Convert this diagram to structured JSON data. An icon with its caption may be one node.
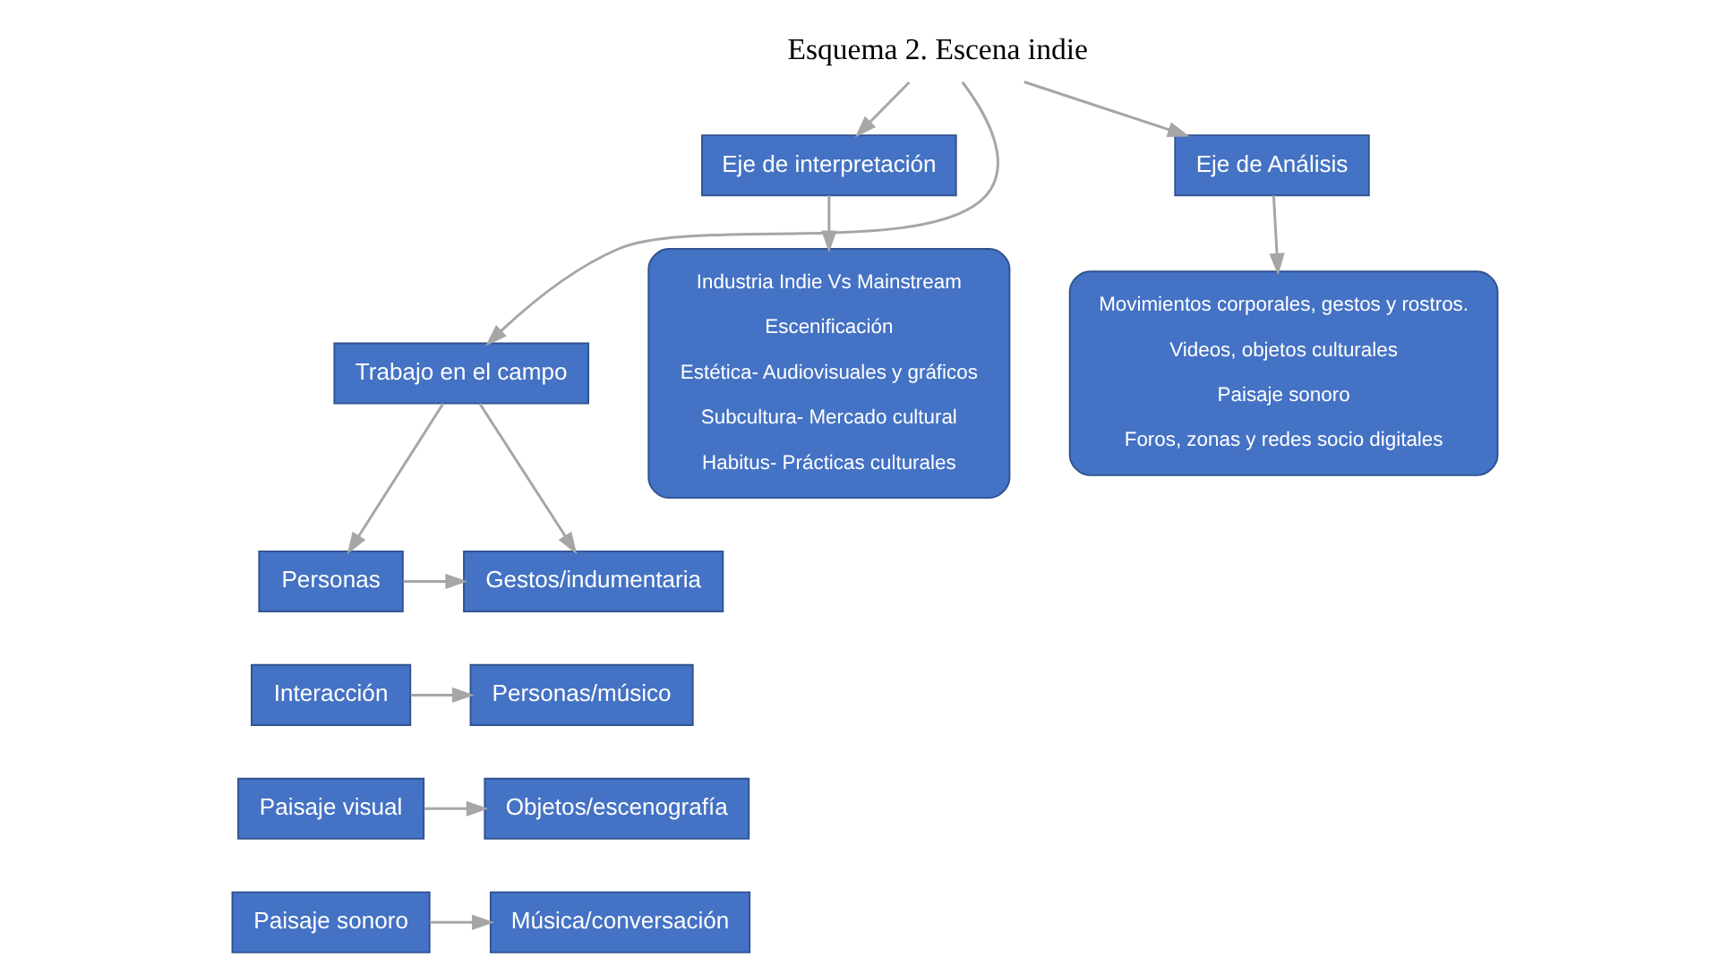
{
  "diagram": {
    "nodes": [
      {
        "text": [
          "Esquema 2. Escena indie"
        ]
      },
      {
        "text": [
          "Eje de interpretación"
        ]
      },
      {
        "text": [
          "Trabajo en el campo"
        ]
      },
      {
        "text": [
          "Eje de Análisis"
        ]
      },
      {
        "text": [
          "Industria Indie Vs Mainstream",
          "Escenificación",
          "Estética- Audiovisuales y gráficos",
          "Subcultura- Mercado cultural",
          "Habitus- Prácticas culturales"
        ]
      },
      {
        "text": [
          "Movimientos corporales, gestos y rostros.",
          "Videos, objetos culturales",
          "Paisaje sonoro",
          "Foros, zonas y redes socio digitales"
        ]
      },
      {
        "text": [
          "Personas"
        ]
      },
      {
        "text": [
          "Gestos/indumentaria"
        ]
      },
      {
        "text": [
          "Interacción"
        ]
      },
      {
        "text": [
          "Personas/músico"
        ]
      },
      {
        "text": [
          "Paisaje visual"
        ]
      },
      {
        "text": [
          "Objetos/escenografía"
        ]
      },
      {
        "text": [
          "Paisaje sonoro"
        ]
      },
      {
        "text": [
          "Música/conversación"
        ]
      }
    ],
    "edges": [
      {
        "from": 0,
        "to": 1,
        "arrow": "to"
      },
      {
        "from": 0,
        "to": 2,
        "arrow": "to"
      },
      {
        "from": 0,
        "to": 3,
        "arrow": "to"
      },
      {
        "from": 1,
        "to": 4,
        "arrow": "to"
      },
      {
        "from": 3,
        "to": 5,
        "arrow": "to"
      },
      {
        "from": 2,
        "to": 6,
        "arrow": "to"
      },
      {
        "from": 2,
        "to": 7,
        "arrow": "to"
      },
      {
        "from": 6,
        "to": 7,
        "arrow": "to"
      },
      {
        "from": 8,
        "to": 9,
        "arrow": "to"
      },
      {
        "from": 10,
        "to": 11,
        "arrow": "to"
      },
      {
        "from": 12,
        "to": 13,
        "arrow": "to"
      }
    ]
  }
}
